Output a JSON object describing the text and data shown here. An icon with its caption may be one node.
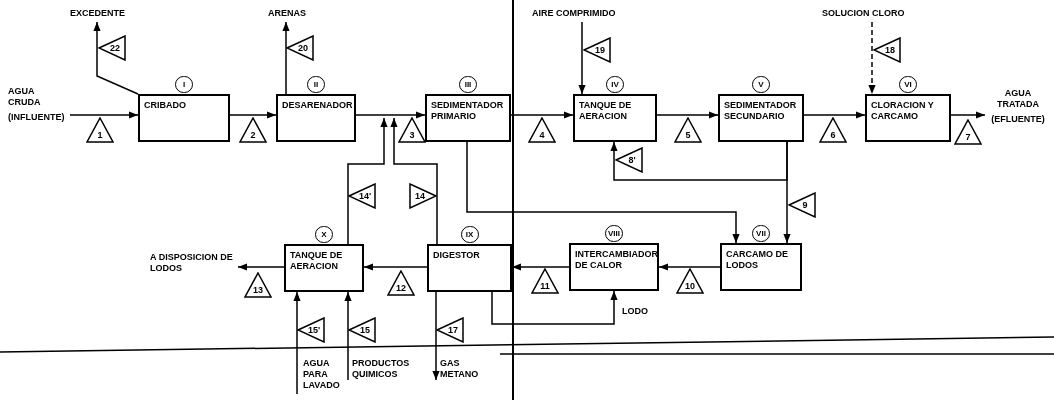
{
  "diagram": {
    "nodes": [
      {
        "text": [
          "EXCEDENTE"
        ]
      },
      {
        "text": [
          "ARENAS"
        ]
      },
      {
        "text": [
          "AIRE COMPRIMIDO"
        ]
      },
      {
        "text": [
          "SOLUCION CLORO"
        ]
      },
      {
        "text": [
          "AGUA CRUDA",
          "(INFLUENTE)"
        ]
      },
      {
        "text": [
          "CRIBADO"
        ],
        "beside": [
          "I"
        ]
      },
      {
        "text": [
          "DESARENADOR"
        ],
        "beside": [
          "II"
        ]
      },
      {
        "text": [
          "SEDIMENTADOR PRIMARIO"
        ],
        "beside": [
          "III"
        ]
      },
      {
        "text": [
          "TANQUE DE AERACION"
        ],
        "beside": [
          "IV"
        ]
      },
      {
        "text": [
          "SEDIMENTADOR SECUNDARIO"
        ],
        "beside": [
          "V"
        ]
      },
      {
        "text": [
          "CLORACION Y CARCAMO"
        ],
        "beside": [
          "VI"
        ]
      },
      {
        "text": [
          "AGUA TRATADA",
          "(EFLUENTE)"
        ]
      },
      {
        "text": [
          "A DISPOSICION DE LODOS"
        ]
      },
      {
        "text": [
          "TANQUE DE AERACION"
        ],
        "beside": [
          "X"
        ]
      },
      {
        "text": [
          "DIGESTOR"
        ],
        "beside": [
          "IX"
        ]
      },
      {
        "text": [
          "INTERCAMBIADOR DE CALOR"
        ],
        "beside": [
          "VIII"
        ]
      },
      {
        "text": [
          "CARCAMO DE LODOS"
        ],
        "beside": [
          "VII"
        ]
      },
      {
        "text": [
          "AGUA PARA LAVADO"
        ]
      },
      {
        "text": [
          "PRODUCTOS QUIMICOS"
        ]
      },
      {
        "text": [
          "GAS METANO"
        ]
      }
    ],
    "edges": [
      {
        "from": 4,
        "to": 5,
        "arrow": "to",
        "label": "1"
      },
      {
        "from": 5,
        "to": 0,
        "arrow": "to",
        "label": "22"
      },
      {
        "from": 5,
        "to": 6,
        "arrow": "to",
        "label": "2"
      },
      {
        "from": 6,
        "to": 1,
        "arrow": "to",
        "label": "20"
      },
      {
        "from": 6,
        "to": 7,
        "arrow": "to",
        "label": "3"
      },
      {
        "from": 7,
        "to": 8,
        "arrow": "to",
        "label": "4"
      },
      {
        "from": 2,
        "to": 8,
        "arrow": "to",
        "label": "19"
      },
      {
        "from": 8,
        "to": 9,
        "arrow": "to",
        "label": "5"
      },
      {
        "from": 9,
        "to": 10,
        "arrow": "to",
        "label": "6"
      },
      {
        "from": 3,
        "to": 10,
        "arrow": "to",
        "label": "18",
        "style": "dashed"
      },
      {
        "from": 10,
        "to": 11,
        "arrow": "to",
        "label": "7"
      },
      {
        "from": 9,
        "to": 8,
        "arrow": "to",
        "label": "8'"
      },
      {
        "from": 9,
        "to": 16,
        "arrow": "to",
        "label": "9"
      },
      {
        "from": 7,
        "to": 16,
        "arrow": "to"
      },
      {
        "from": 16,
        "to": 15,
        "arrow": "to",
        "label": "10"
      },
      {
        "from": 15,
        "to": 14,
        "arrow": "to",
        "label": "11"
      },
      {
        "from": 14,
        "to": 15,
        "arrow": "to",
        "label": "LODO"
      },
      {
        "from": 14,
        "to": 13,
        "arrow": "to",
        "label": "12"
      },
      {
        "from": 13,
        "to": 12,
        "arrow": "to",
        "label": "13"
      },
      {
        "from": 13,
        "to": null,
        "arrow": "to",
        "label": "14'"
      },
      {
        "from": 14,
        "to": null,
        "arrow": "to",
        "label": "14"
      },
      {
        "from": 17,
        "to": 13,
        "arrow": "to",
        "label": "15'"
      },
      {
        "from": 18,
        "to": 13,
        "arrow": "to",
        "label": "15"
      },
      {
        "from": 14,
        "to": 19,
        "arrow": "to",
        "label": "17"
      }
    ]
  }
}
